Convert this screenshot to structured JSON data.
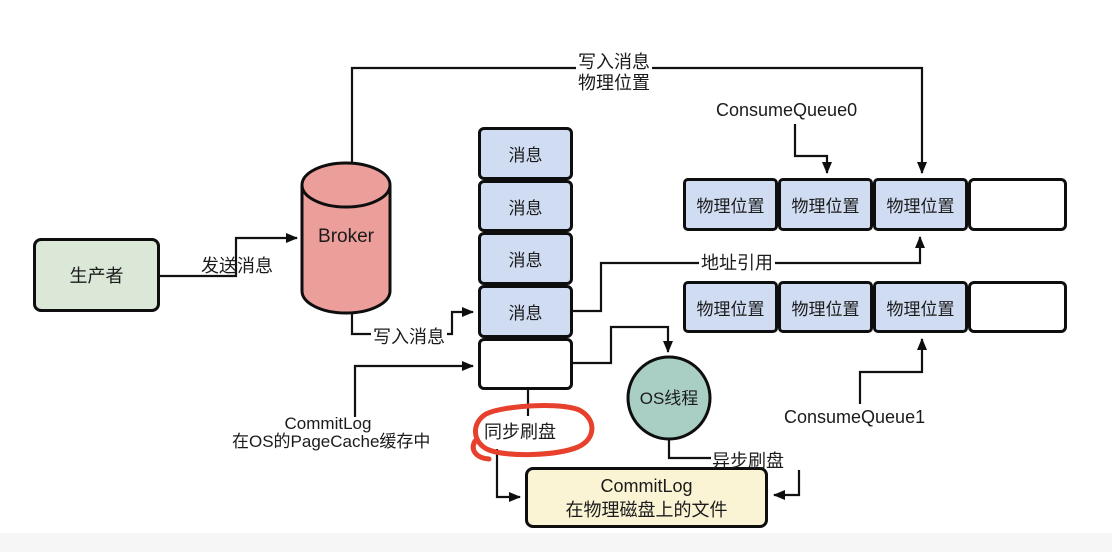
{
  "nodes": {
    "producer": {
      "label": "生产者"
    },
    "broker": {
      "label": "Broker"
    },
    "os_thread": {
      "label": "OS线程"
    },
    "commitlog_disk": {
      "line1": "CommitLog",
      "line2": "在物理磁盘上的文件"
    }
  },
  "message_stack": {
    "cells": [
      "消息",
      "消息",
      "消息",
      "消息",
      ""
    ]
  },
  "consume_queue0": {
    "title": "ConsumeQueue0",
    "cells": [
      "物理位置",
      "物理位置",
      "物理位置",
      ""
    ]
  },
  "consume_queue1": {
    "title": "ConsumeQueue1",
    "cells": [
      "物理位置",
      "物理位置",
      "物理位置",
      ""
    ]
  },
  "edge_labels": {
    "send_message": "发送消息",
    "write_message_top_line1": "写入消息",
    "write_message_top_line2": "物理位置",
    "write_message_bottom": "写入消息",
    "address_reference": "地址引用",
    "sync_flush": "同步刷盘",
    "async_flush": "异步刷盘",
    "commitlog_cache_line1": "CommitLog",
    "commitlog_cache_line2": "在OS的PageCache缓存中"
  },
  "colors": {
    "box_blue": "#cfdcf2",
    "box_green": "#dbe8d8",
    "cylinder_red": "#eb9e9a",
    "circle_teal": "#a9cec3",
    "box_yellow": "#faf3d4",
    "annotation_red": "#e7402c",
    "line": "#111111",
    "footer_gray": "#f6f6f6"
  }
}
